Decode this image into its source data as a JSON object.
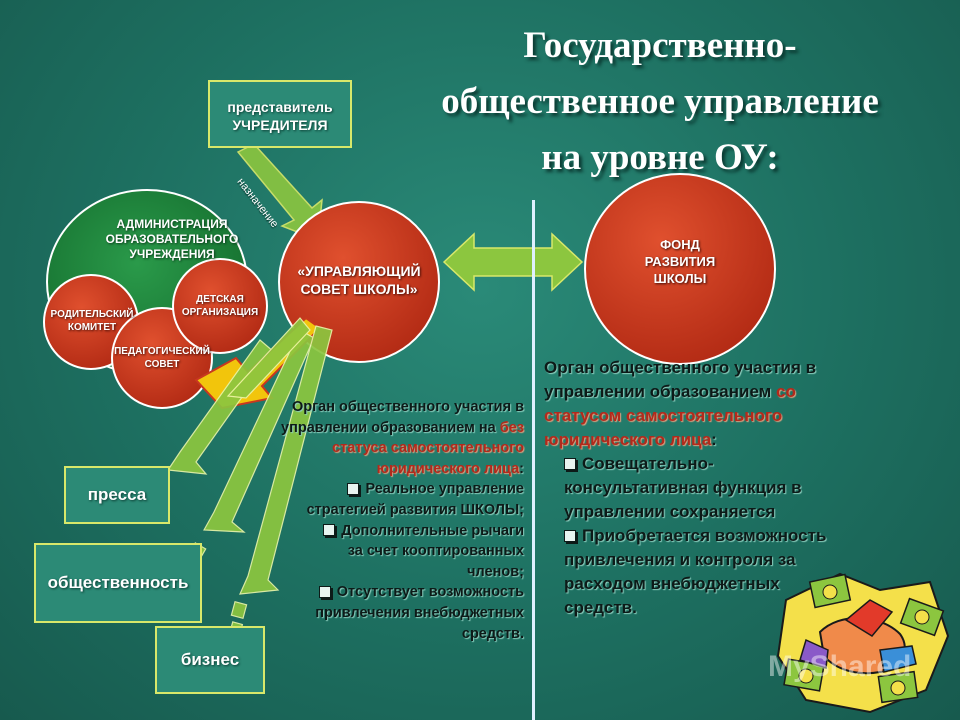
{
  "title": {
    "line1": "Государственно-",
    "line2": "общественное управление",
    "line3": "на уровне ОУ:"
  },
  "founder_box": {
    "line1": "представитель",
    "line2": "УЧРЕДИТЕЛЯ"
  },
  "appointment_label": "назначение",
  "administration": {
    "line1": "АДМИНИСТРАЦИЯ",
    "line2": "ОБРАЗОВАТЕЛЬНОГО",
    "line3": "УЧРЕЖДЕНИЯ"
  },
  "parent_committee": {
    "line1": "РОДИТЕЛЬСКИЙ",
    "line2": "КОМИТЕТ"
  },
  "children_org": {
    "line1": "ДЕТСКАЯ",
    "line2": "ОРГАНИЗАЦИЯ"
  },
  "pedagogical_council": {
    "line1": "ПЕДАГОГИЧЕСКИЙ",
    "line2": "СОВЕТ"
  },
  "governing_council": {
    "line1": "«УПРАВЛЯЮЩИЙ",
    "line2": "СОВЕТ ШКОЛЫ»"
  },
  "development_fund": {
    "line1": "ФОНД",
    "line2": "РАЗВИТИЯ",
    "line3": "ШКОЛЫ"
  },
  "stakeholders": {
    "press": "пресса",
    "public": "общественность",
    "business": "бизнес"
  },
  "left_text": {
    "intro_1": "Орган общественного участия в",
    "intro_2": "управлении образованием на ",
    "intro_red_1": "без",
    "intro_red_2": "статуса самостоятельного",
    "intro_red_3": "юридического лица",
    "intro_end": ":",
    "bullets": [
      {
        "l1": "Реальное управление",
        "l2": "стратегией развития ШКОЛЫ;"
      },
      {
        "l1": "Дополнительные рычаги",
        "l2": "за счет кооптированных",
        "l3": "членов;"
      },
      {
        "l1": "Отсутствует возможность",
        "l2": "привлечения внебюджетных",
        "l3": "средств."
      }
    ]
  },
  "right_text": {
    "intro_1": "Орган общественного участия в",
    "intro_2": "управлении образованием ",
    "intro_red_1": "со",
    "intro_red_2": "статусом самостоятельного",
    "intro_red_3": "юридического лица",
    "intro_end": ":",
    "bullets": [
      {
        "l1": "Совещательно-",
        "l2": "консультативная функция в",
        "l3": "управлении сохраняется"
      },
      {
        "l1": "Приобретается возможность",
        "l2": "привлечения и контроля за",
        "l3": "расходом внебюджетных",
        "l4": "средств."
      }
    ]
  },
  "watermark": "MyShared",
  "colors": {
    "background": "#1d6f60",
    "circle_red": "#c8381f",
    "circle_green": "#1e7a3a",
    "box_border": "#d8e86a",
    "arrow_fill": "#8cc63f",
    "highlight_red": "#b22a1c"
  }
}
